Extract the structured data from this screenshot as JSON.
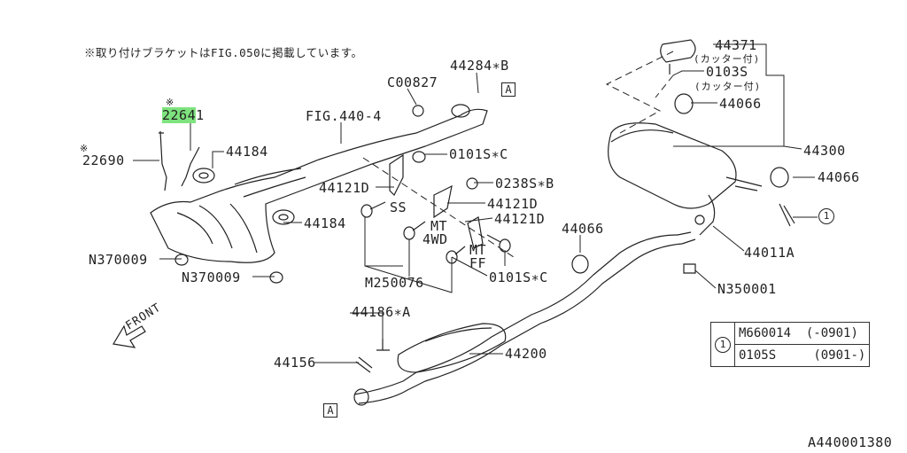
{
  "note": "※取り付けブラケットはFIG.050に掲載しています。",
  "diagram_id": "A440001380",
  "front_label": "FRONT",
  "labels": {
    "sensor_a_mark": "※",
    "sensor_a_hl": "2264",
    "sensor_a_rest": "1",
    "sensor_b_mark": "※",
    "sensor_b": "22690",
    "gasket_1": "44184",
    "gasket_2": "44184",
    "nut_1": "N370009",
    "nut_2": "N370009",
    "fig_ref": "FIG.440-4",
    "c00827": "C00827",
    "gasket_b": "44284∗B",
    "ref_a_top": "A",
    "bolt_c_1": "0101S∗C",
    "bracket_1": "44121D",
    "nut_b": "0238S∗B",
    "bracket_2": "44121D",
    "bracket_3": "44121D",
    "ss": "SS",
    "mt_4wd_1": "MT",
    "mt_4wd_2": "4WD",
    "mt_ff_1": "MT",
    "mt_ff_2": "FF",
    "m250076": "M250076",
    "bolt_c_2": "0101S∗C",
    "cushion_1": "44066",
    "spring_a": "44186∗A",
    "spring": "44156",
    "center_pipe": "44200",
    "ref_a_bottom": "A",
    "cutter": "44371",
    "cutter_note_1": "(カッター付)",
    "cutter_bolt": "0103S",
    "cutter_note_2": "(カッター付)",
    "cushion_2": "44066",
    "muffler": "44300",
    "cushion_3": "44066",
    "circle_ref": "1",
    "gasket_a": "44011A",
    "n350001": "N350001"
  },
  "legend_table": {
    "ref": "1",
    "rows": [
      {
        "part": "M660014",
        "range": "(-0901)"
      },
      {
        "part": "0105S",
        "range": "(0901-)"
      }
    ]
  }
}
